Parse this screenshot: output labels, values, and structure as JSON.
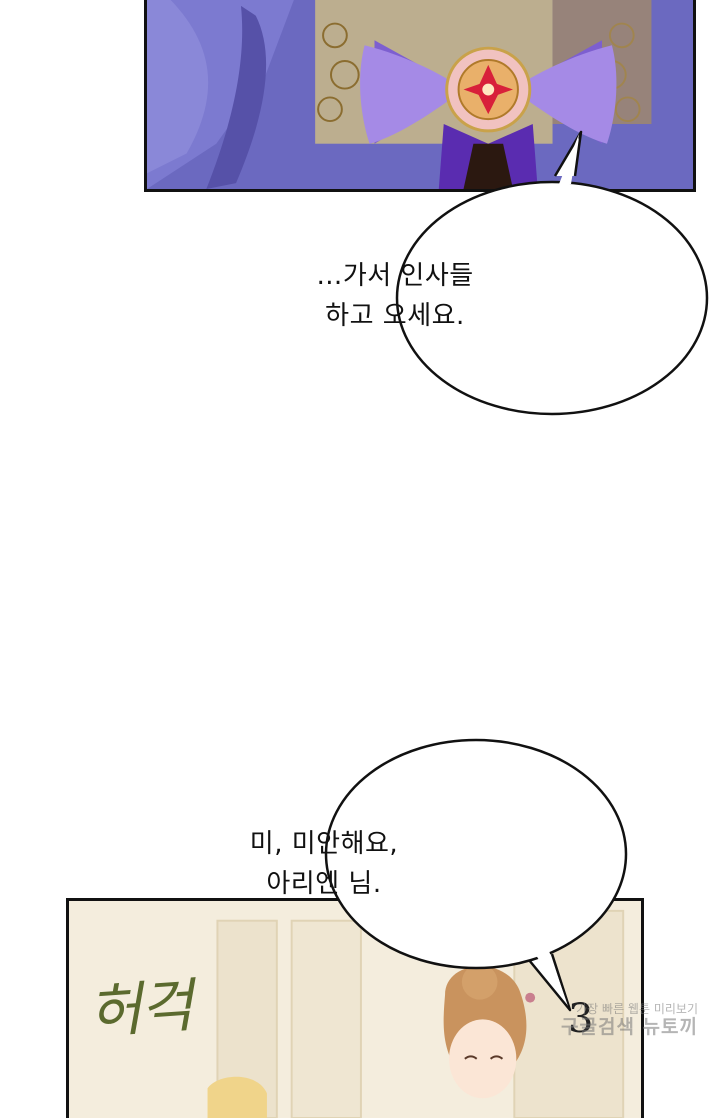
{
  "bubbles": [
    {
      "lines": [
        "…가서 인사들",
        "하고 오세요."
      ]
    },
    {
      "lines": [
        "미, 미안해요,",
        "아리엔 님."
      ]
    }
  ],
  "sfx": {
    "text": "허걱",
    "mark": "3"
  },
  "watermark": {
    "line1": "가장 빠른 웹툰 미리보기",
    "line2": "구글검색 뉴토끼"
  },
  "colors": {
    "dress": "#6d6bc2",
    "bow": "#9b7fe0",
    "jewel": "#d8203a",
    "gold": "#c9a24a",
    "room": "#f3ecdc",
    "hair": "#c9935e"
  }
}
